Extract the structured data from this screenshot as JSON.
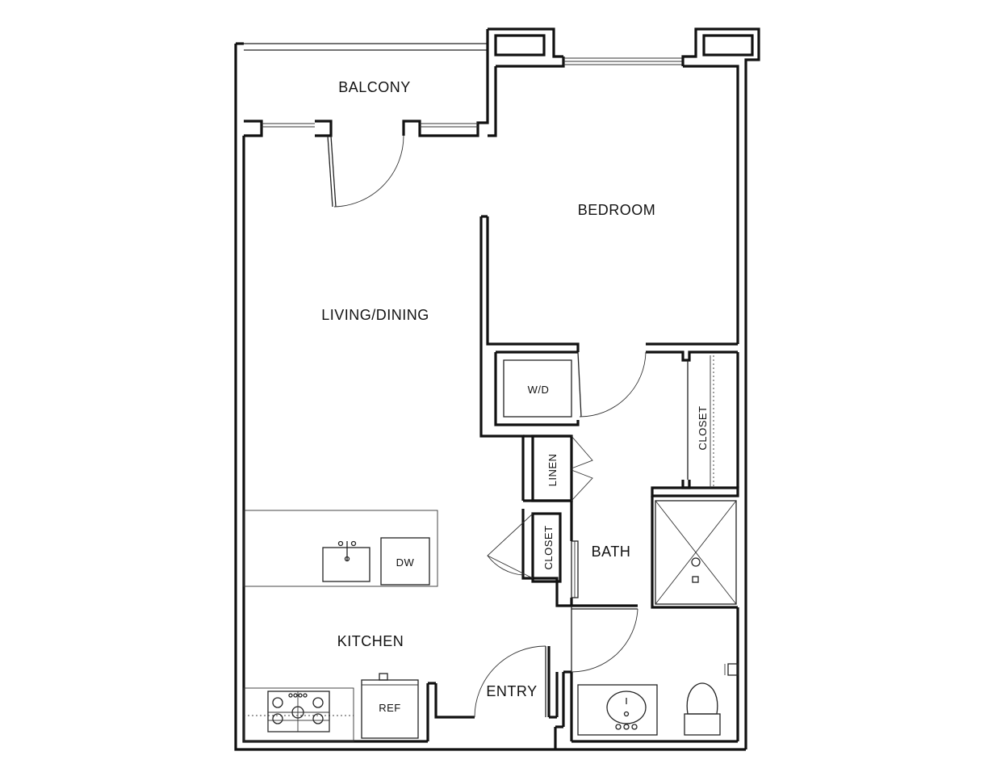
{
  "rooms": {
    "balcony": "BALCONY",
    "bedroom": "BEDROOM",
    "living_dining": "LIVING/DINING",
    "washer_dryer": "W/D",
    "closet_bedroom": "CLOSET",
    "linen": "LINEN",
    "closet_hall": "CLOSET",
    "bath": "BATH",
    "dishwasher": "DW",
    "kitchen": "KITCHEN",
    "refrigerator": "REF",
    "entry": "ENTRY"
  }
}
